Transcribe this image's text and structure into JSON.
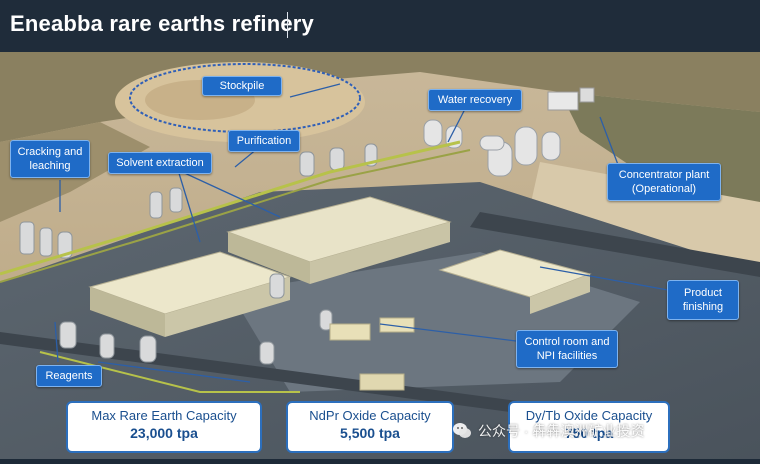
{
  "header": {
    "title": "Eneabba rare earths refinery"
  },
  "callouts": {
    "stockpile": "Stockpile",
    "water_recovery": "Water recovery",
    "purification": "Purification",
    "cracking": "Cracking and leaching",
    "solvent_extraction": "Solvent extraction",
    "concentrator": "Concentrator plant (Operational)",
    "product_finishing": "Product finishing",
    "control_room": "Control room and NPI facilities",
    "reagents": "Reagents"
  },
  "capacities": [
    {
      "label": "Max Rare Earth Capacity",
      "value": "23,000 tpa"
    },
    {
      "label": "NdPr Oxide Capacity",
      "value": "5,500 tpa"
    },
    {
      "label": "Dy/Tb Oxide Capacity",
      "value": "750 tpa"
    }
  ],
  "watermark": {
    "text": "公众号 · 犇犇澳洲矿业投资"
  }
}
